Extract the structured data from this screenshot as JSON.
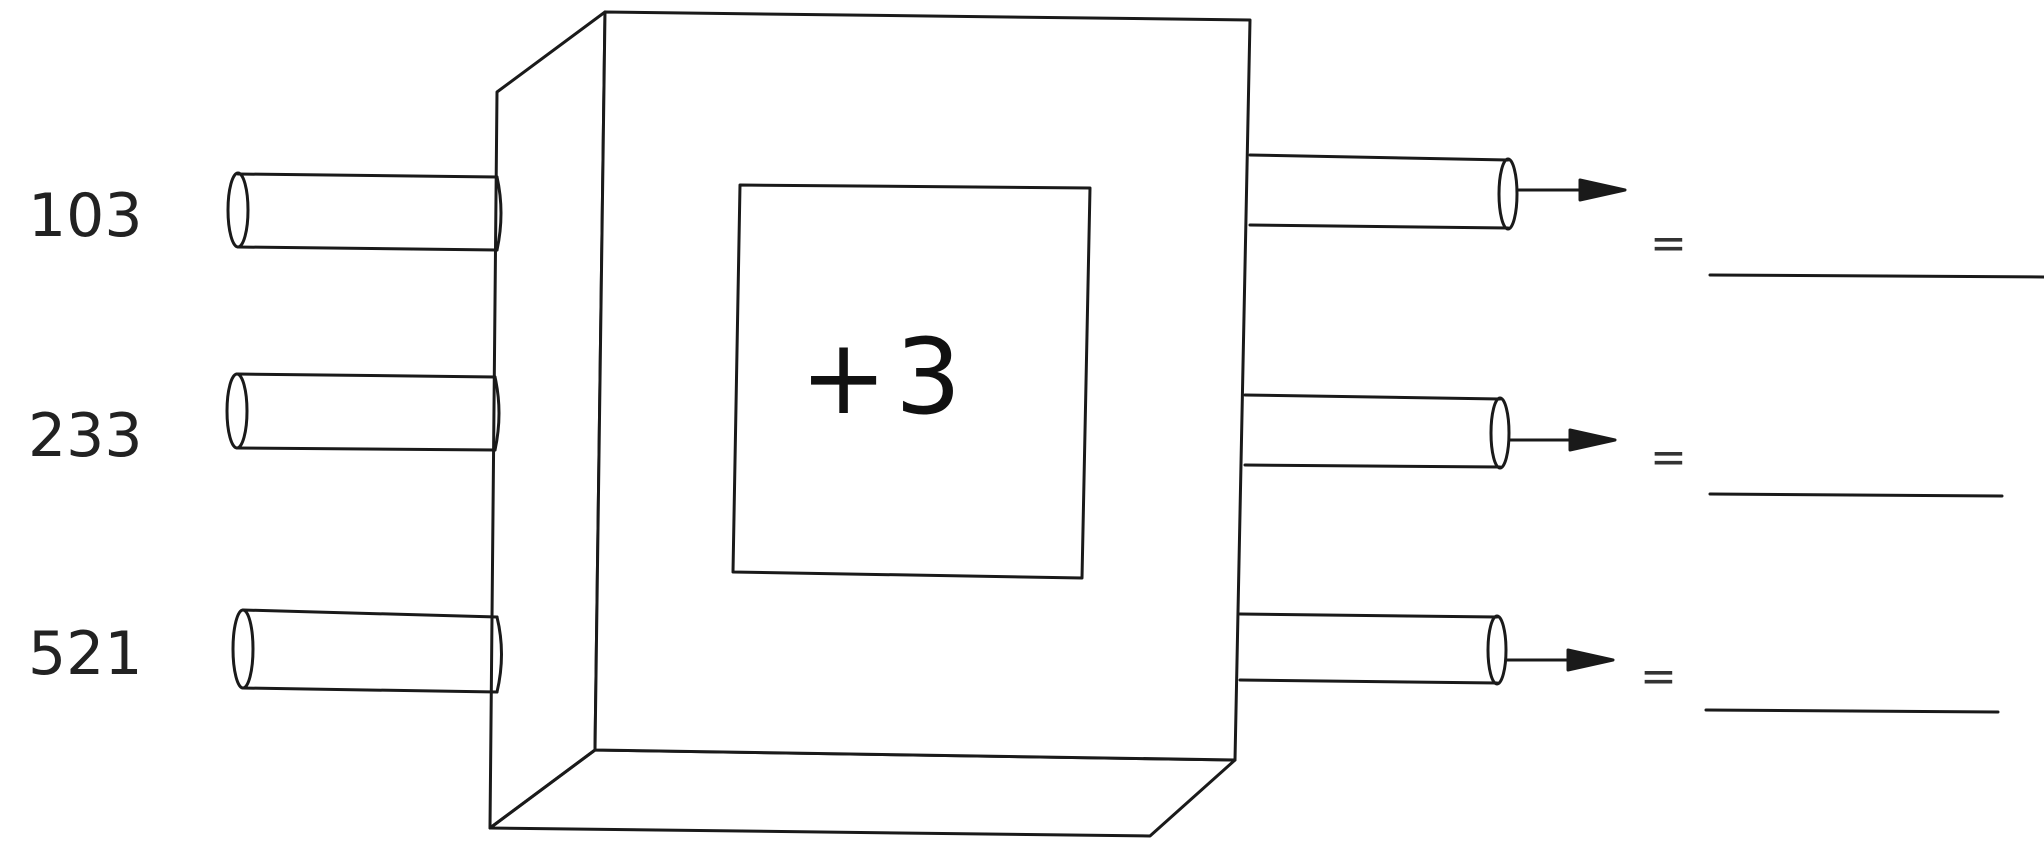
{
  "machine": {
    "operation": "+3"
  },
  "inputs": [
    "103",
    "233",
    "521"
  ],
  "outputs": [
    {
      "equals": "=",
      "answer": ""
    },
    {
      "equals": "=",
      "answer": ""
    },
    {
      "equals": "=",
      "answer": ""
    }
  ],
  "colors": {
    "ink": "#1a1a1a",
    "paper": "#ffffff"
  }
}
